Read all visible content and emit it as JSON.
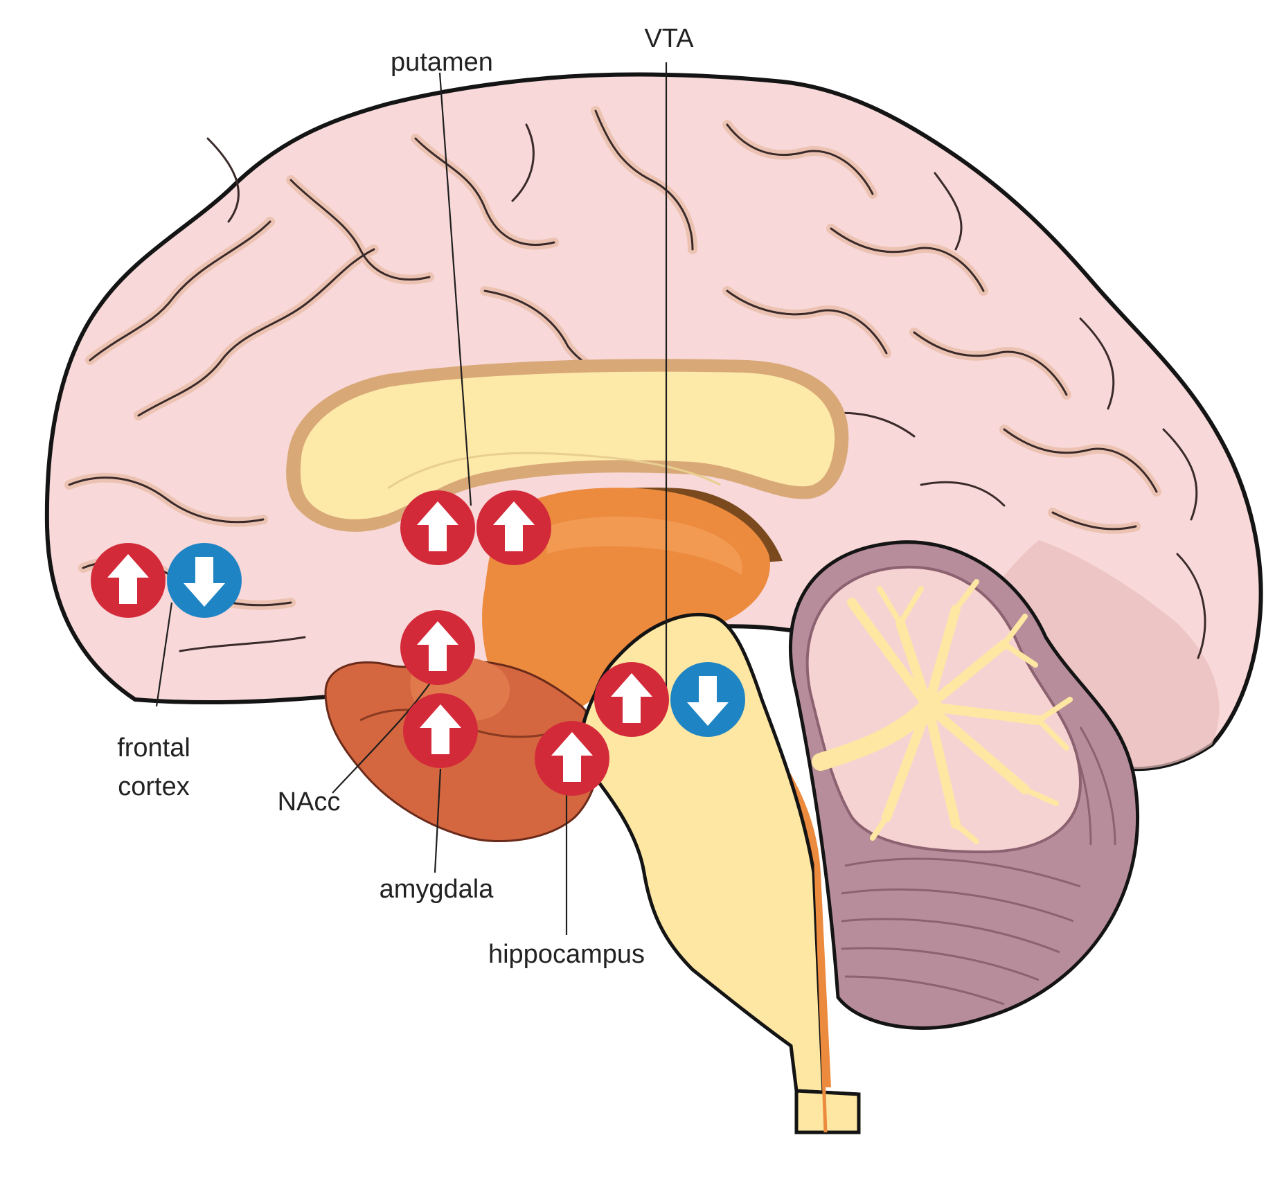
{
  "labels": {
    "putamen": "putamen",
    "vta": "VTA",
    "frontal_line1": "frontal",
    "frontal_line2": "cortex",
    "nacc": "NAcc",
    "amygdala": "amygdala",
    "hippocampus": "hippocampus"
  },
  "markers": {
    "frontal_cortex": [
      "up",
      "down"
    ],
    "putamen": [
      "up",
      "up"
    ],
    "nacc": [
      "up"
    ],
    "amygdala": [
      "up"
    ],
    "hippocampus": [
      "up"
    ],
    "vta": [
      "up",
      "down"
    ]
  },
  "colors": {
    "increase_marker": "#d32a3a",
    "decrease_marker": "#1f84c4",
    "cortex": "#f8d8d8",
    "corpus_callosum": "#fde9a8",
    "brainstem": "#fde7a3",
    "midbrain": "#ec8a3e",
    "limbic_region": "#d4673f",
    "cerebellum": "#b88d9b"
  }
}
